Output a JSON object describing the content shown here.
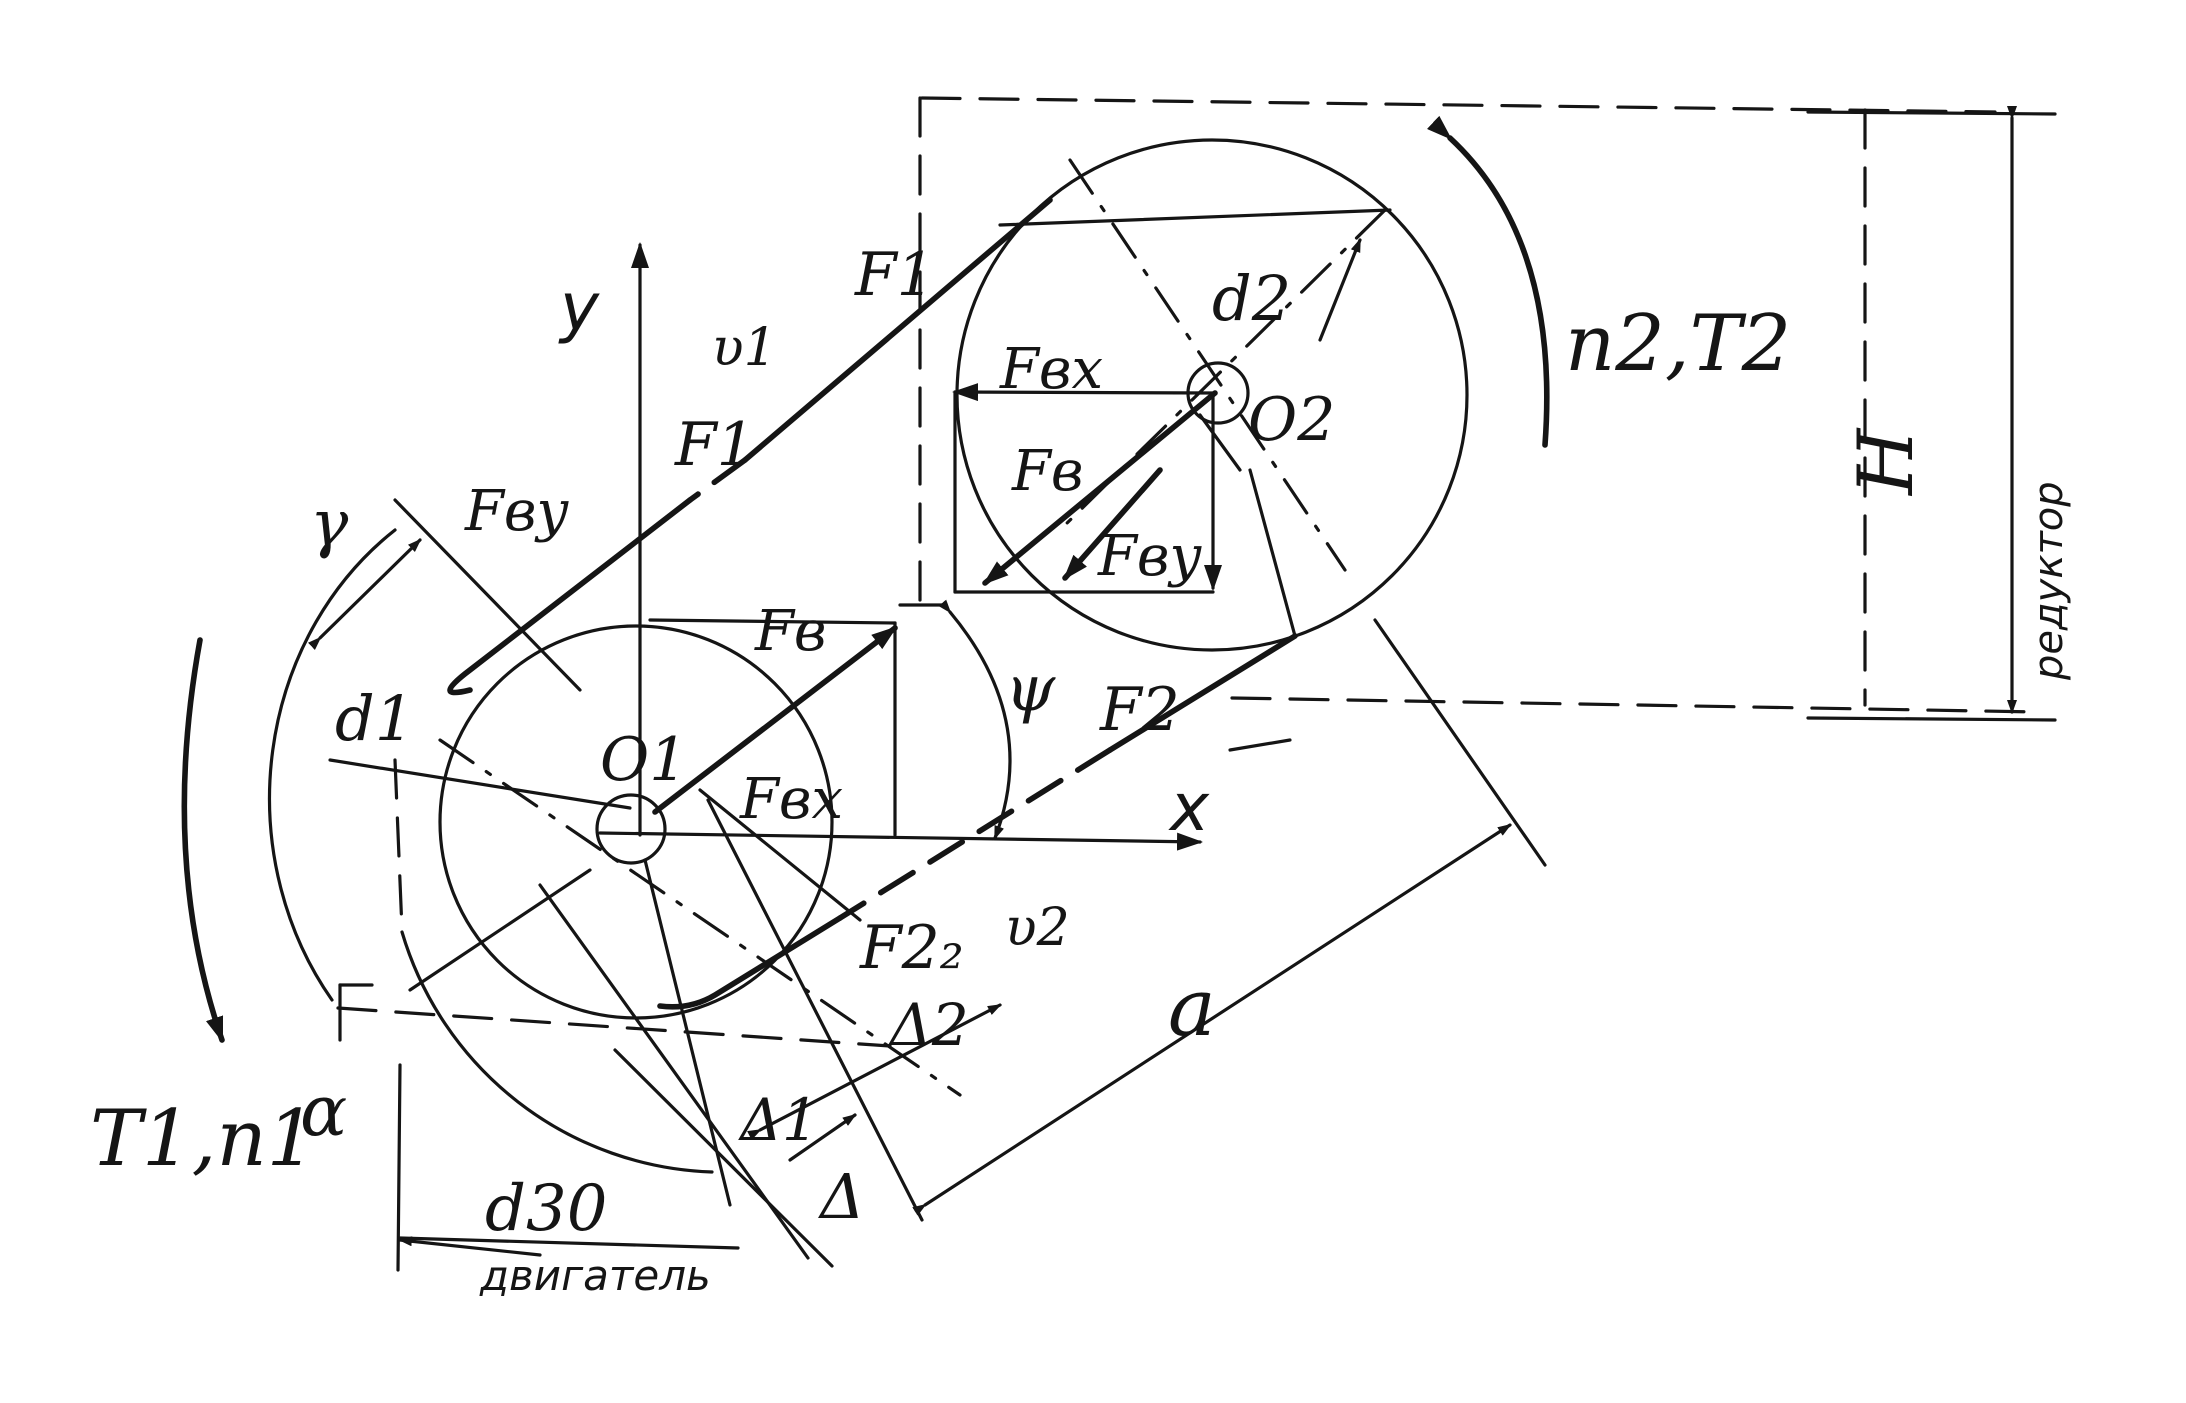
{
  "labels": {
    "y": "y",
    "x": "x",
    "v1": "υ1",
    "v2": "υ2",
    "F1_top": "F1",
    "F1_mid": "F1",
    "F2": "F2",
    "F2_2": "F2₂",
    "Fbx_top": "Fвx",
    "Fbx_bottom": "Fвx",
    "Fb_top": "Fв",
    "Fb_bottom": "Fв",
    "Fby_top": "Fвy",
    "Fby_left": "Fвy",
    "O1": "O1",
    "O2": "O2",
    "d1": "d1",
    "d2": "d2",
    "d30": "d30",
    "gamma": "γ",
    "psi": "ψ",
    "alpha": "α",
    "a": "a",
    "H": "H",
    "delta": "Δ",
    "delta1": "Δ1",
    "delta2": "Δ2",
    "n2T2": "n2,T2",
    "T1n1": "T1,n1",
    "reduktor": "редуктор",
    "dvigatel": "двигатель"
  }
}
